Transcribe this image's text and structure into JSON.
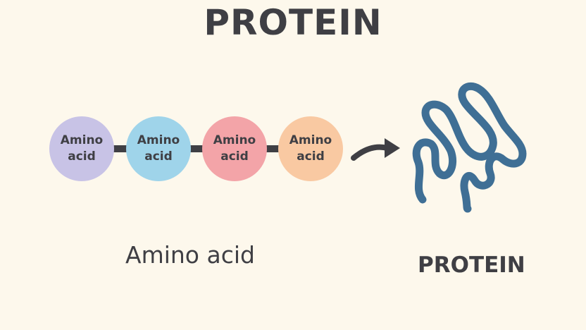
{
  "title": "PROTEIN",
  "amino_acids": [
    {
      "line1": "Amino",
      "line2": "acid",
      "color": "#c8c3e6"
    },
    {
      "line1": "Amino",
      "line2": "acid",
      "color": "#9fd4ea"
    },
    {
      "line1": "Amino",
      "line2": "acid",
      "color": "#f3a4a8"
    },
    {
      "line1": "Amino",
      "line2": "acid",
      "color": "#f9c9a2"
    }
  ],
  "chain_label": "Amino acid",
  "protein_label": "PROTEIN",
  "arrow_icon": "curved-arrow-right-icon",
  "protein_icon": "folded-protein-ribbon-icon",
  "colors": {
    "background": "#fdf8ec",
    "text": "#3f3f44",
    "protein_ribbon": "#3f6f95"
  }
}
